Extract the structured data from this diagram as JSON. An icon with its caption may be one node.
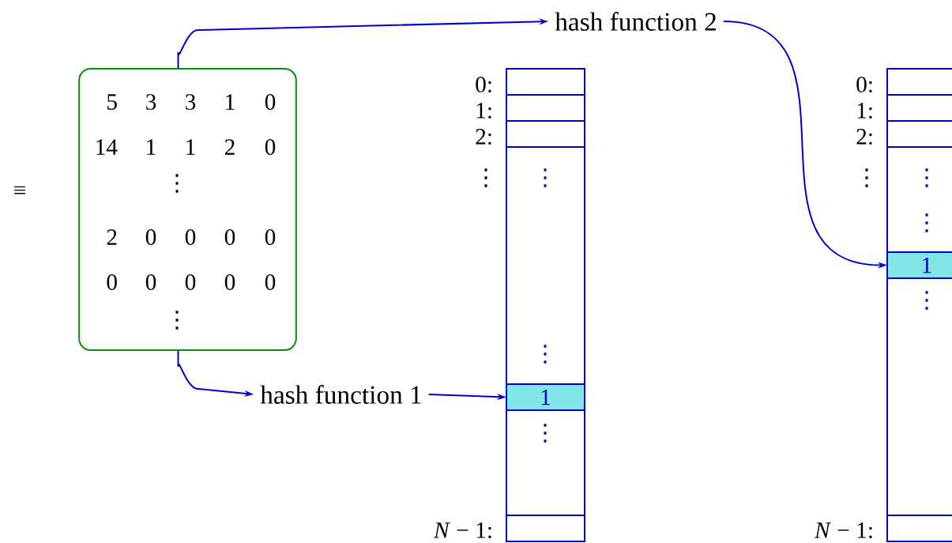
{
  "diagram": {
    "nodes": [
      {
        "text": [
          "5",
          "3",
          "3",
          "1",
          "0",
          "14",
          "1",
          "1",
          "2",
          "0",
          "⋮",
          "2",
          "0",
          "0",
          "0",
          "0",
          "0",
          "0",
          "0",
          "0",
          "0",
          "⋮"
        ]
      },
      {
        "text": [
          "hash function 2"
        ]
      },
      {
        "text": [
          "hash function 1"
        ]
      },
      {
        "text": [],
        "shape": "box"
      },
      {
        "text": [
          "1"
        ],
        "in": 3
      },
      {
        "text": [],
        "shape": "box"
      },
      {
        "text": [
          "1"
        ],
        "in": 5
      }
    ],
    "edges": [
      {
        "from": 0,
        "to": 1,
        "arrow": "to"
      },
      {
        "from": 0,
        "to": 2,
        "arrow": "to"
      },
      {
        "from": 2,
        "to": 4,
        "arrow": "to"
      },
      {
        "from": 1,
        "to": 6,
        "arrow": "to"
      }
    ],
    "labels": [
      "≡",
      "0:",
      "1:",
      "2:",
      "⋮",
      "*N* − 1:",
      "⋮",
      "⋮",
      "⋮",
      "0:",
      "1:",
      "2:",
      "⋮",
      "*N* − 1:",
      "⋮",
      "⋮",
      "⋮"
    ]
  }
}
